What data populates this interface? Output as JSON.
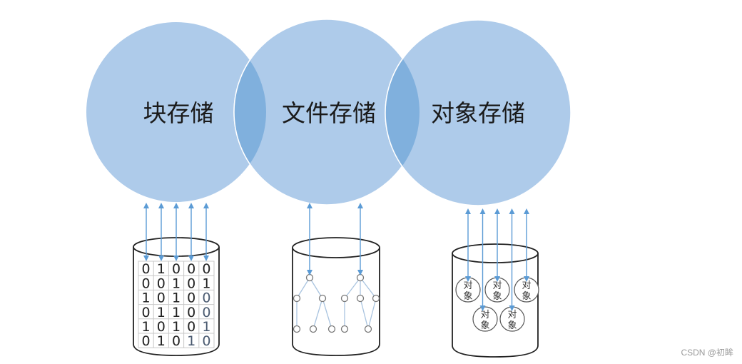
{
  "diagram": {
    "title": "Storage types comparison",
    "circles": [
      {
        "id": "block",
        "label": "块存储"
      },
      {
        "id": "file",
        "label": "文件存储"
      },
      {
        "id": "object",
        "label": "对象存储"
      }
    ],
    "colors": {
      "circle_fill": "#aecbea",
      "overlap_fill": "#80b0dd",
      "arrow": "#5b9bd5",
      "outline": "#222222",
      "tree_line": "#a9c4e0",
      "tree_node": "#777777"
    },
    "block_storage": {
      "arrow_count": 5,
      "bit_grid": [
        [
          "0",
          "1",
          "0",
          "0",
          "0"
        ],
        [
          "0",
          "0",
          "1",
          "0",
          "1"
        ],
        [
          "1",
          "0",
          "1",
          "0",
          "0"
        ],
        [
          "0",
          "1",
          "1",
          "0",
          "0"
        ],
        [
          "1",
          "0",
          "1",
          "0",
          "1"
        ],
        [
          "0",
          "1",
          "0",
          "1",
          "0"
        ]
      ]
    },
    "file_storage": {
      "arrow_count": 2,
      "trees": 2
    },
    "object_storage": {
      "arrow_count": 5,
      "object_label_line1": "对",
      "object_label_line2": "象",
      "object_count": 5
    }
  },
  "watermark": "CSDN @初眸"
}
